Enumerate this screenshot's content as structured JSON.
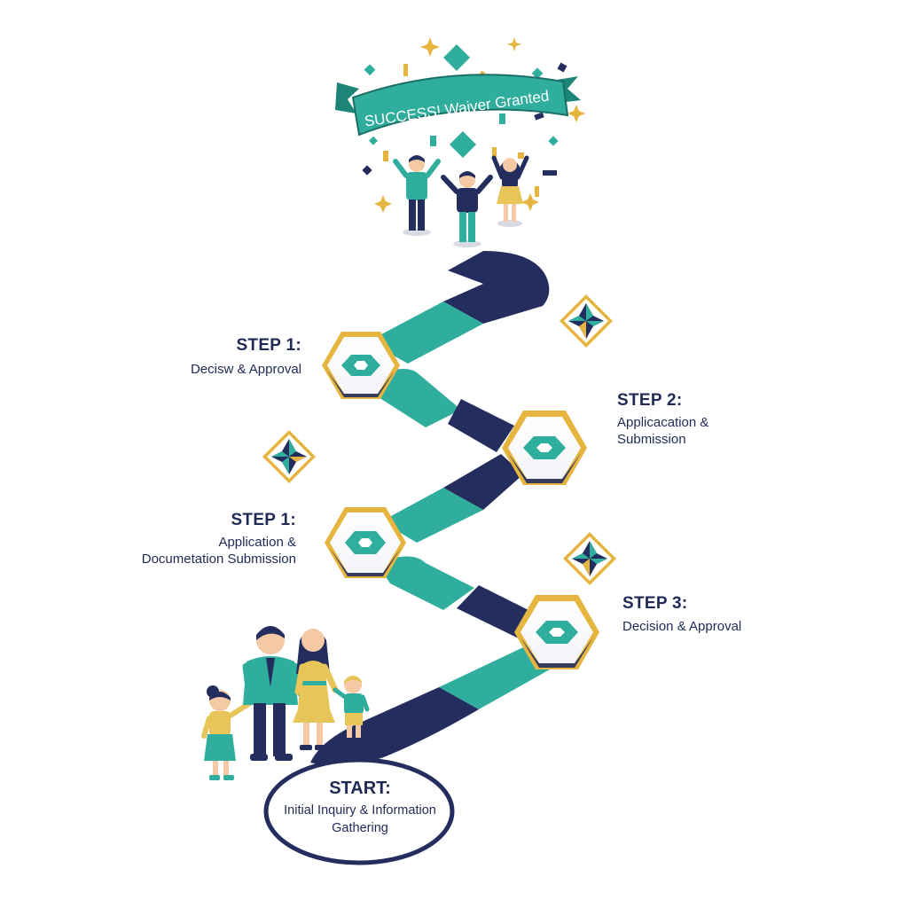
{
  "banner": {
    "text": "SUCCESS! Waiver Granted"
  },
  "steps": [
    {
      "title": "STEP 1:",
      "desc_lines": [
        "Decisw & Approval"
      ]
    },
    {
      "title": "STEP 2:",
      "desc_lines": [
        "Applicacation &",
        "Submission"
      ]
    },
    {
      "title": "STEP 1:",
      "desc_lines": [
        "Application &",
        "Documetation Submission"
      ]
    },
    {
      "title": "STEP 3:",
      "desc_lines": [
        "Decision & Approval"
      ]
    }
  ],
  "start": {
    "title": "START:",
    "desc_lines": [
      "Initial Inquiry & Information",
      "Gathering"
    ]
  },
  "colors": {
    "navy": "#232d5e",
    "teal": "#2fae9d",
    "gold": "#e6b53f",
    "skin": "#f4c9a3",
    "yellow": "#e8c558"
  },
  "icons": [
    "star-badge-icon",
    "hexagon-milestone-icon",
    "confetti-icon",
    "celebrating-person-icon",
    "family-icon"
  ]
}
